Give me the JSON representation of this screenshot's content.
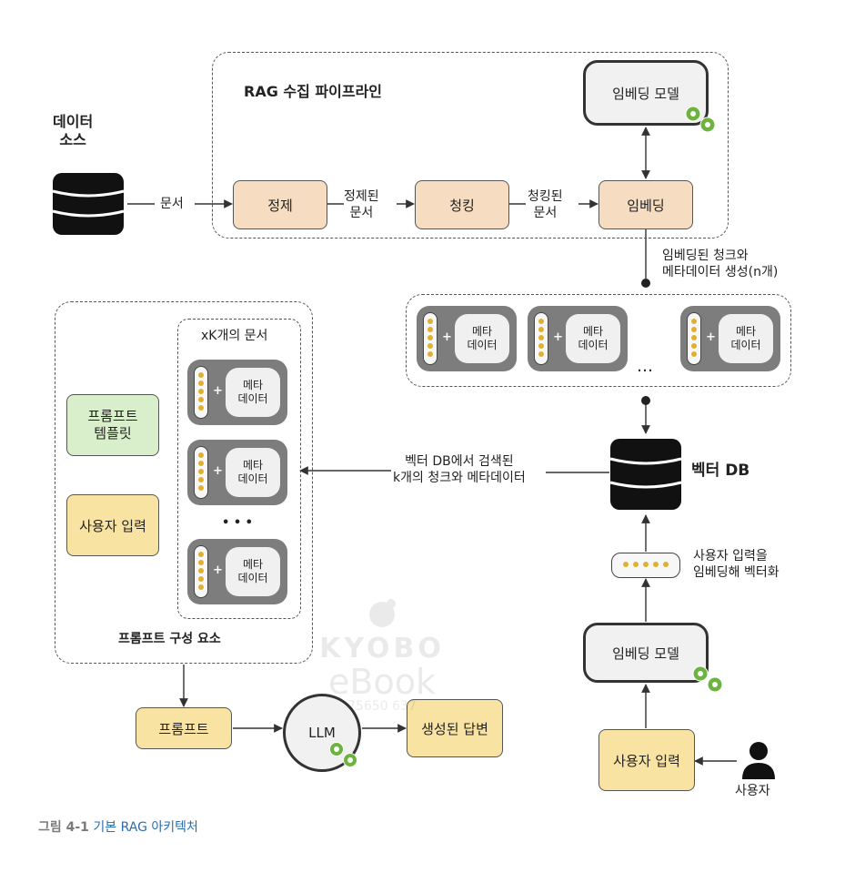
{
  "pipeline": {
    "title": "RAG 수집 파이프라인",
    "source_label": "데이터\n소스",
    "documents_label": "문서",
    "refine_label": "정제",
    "refined_docs_label": "정제된\n문서",
    "chunking_label": "청킹",
    "chunked_docs_label": "청킹된\n문서",
    "embedding_label": "임베딩",
    "embedding_model_label": "임베딩 모델",
    "embedded_output_label": "임베딩된 청크와\n메타데이터 생성(n개)"
  },
  "vector_cards": {
    "meta_label": "메타\n데이터",
    "ellipsis": "…"
  },
  "vector_db": {
    "label": "벡터 DB",
    "retrieved_label": "벡터 DB에서 검색된\nk개의 청크와 메타데이터",
    "query_embed_label": "사용자 입력을\n임베딩해 벡터화",
    "query_model_label": "임베딩 모델",
    "user_input_label": "사용자 입력",
    "user_label": "사용자"
  },
  "prompt": {
    "components_title": "프롬프트 구성 요소",
    "template_label": "프롬프트\n템플릿",
    "user_input_label": "사용자 입력",
    "docs_title": "xK개의 문서",
    "meta_label": "메타\n데이터",
    "ellipsis": "• • •",
    "prompt_label": "프롬프트",
    "llm_label": "LLM",
    "answer_label": "생성된 답변"
  },
  "caption": {
    "number": "그림 4-1",
    "text": "기본 RAG 아키텍처"
  },
  "watermark": {
    "brand": "KYOBO",
    "sub": "eBook",
    "code": "75650 637"
  },
  "colors": {
    "peach": "#f6dcc1",
    "yellow": "#f8e3a2",
    "green": "#d9eecb",
    "gear": "#6cb33f",
    "caption_number": "#7a7a7a",
    "caption_text": "#2b6cb0"
  }
}
